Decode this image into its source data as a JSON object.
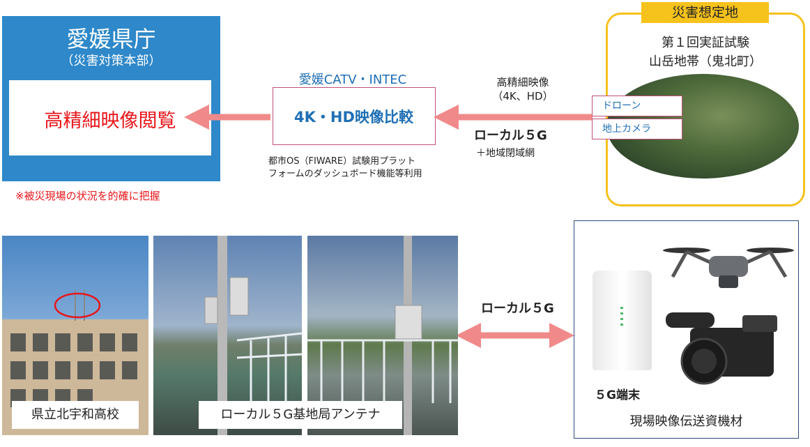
{
  "prefecture": {
    "title": "愛媛県庁",
    "subtitle": "（災害対策本部）",
    "view_label": "高精細映像閲覧",
    "note": "※被災現場の状況を的確に把握"
  },
  "catv": {
    "label": "愛媛CATV・INTEC",
    "box_text": "4K・HD映像比較",
    "note_line1": "都市OS（FIWARE）試験用プラット",
    "note_line2": "フォームのダッシュボード機能等利用"
  },
  "transmission": {
    "video_line1": "高精細映像",
    "video_line2": "（4K、HD）",
    "local5g": "ローカル５G",
    "network": "＋地域閉域網"
  },
  "site": {
    "tag": "災害想定地",
    "title_line1": "第１回実証試験",
    "title_line2": "山岳地帯（鬼北町）",
    "drone": "ドローン",
    "camera": "地上カメラ"
  },
  "photos": {
    "school_caption": "県立北宇和高校",
    "antenna_caption": "ローカル５G基地局アンテナ"
  },
  "link_label": "ローカル５G",
  "equipment": {
    "terminal": "５G端末",
    "title": "現場映像伝送資機材"
  },
  "colors": {
    "prefecture_blue": "#2e88c9",
    "arrow_pink": "#f08a8a",
    "site_yellow": "#f6c21c",
    "alert_red": "#e8161b"
  }
}
